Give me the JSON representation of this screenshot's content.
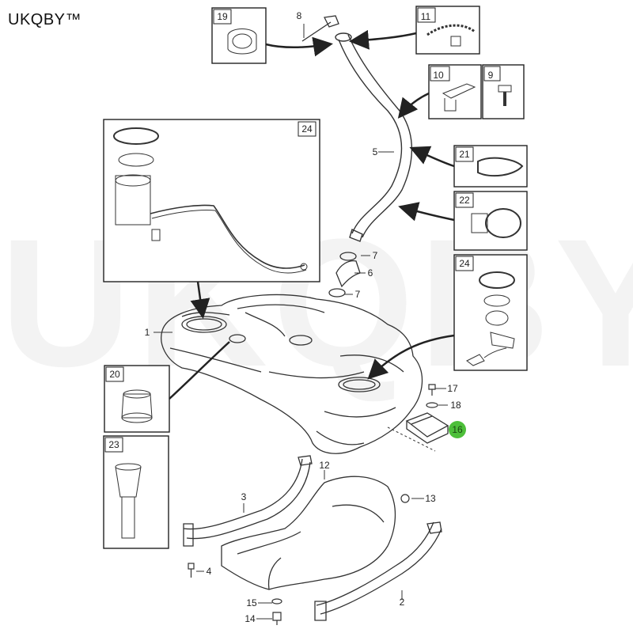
{
  "brand": "UKQBY™",
  "watermark": "UKQBY™",
  "callouts": [
    "1",
    "2",
    "3",
    "4",
    "5",
    "6",
    "7",
    "7",
    "8",
    "9",
    "10",
    "11",
    "12",
    "13",
    "14",
    "15",
    "16",
    "17",
    "18",
    "19",
    "20",
    "21",
    "22",
    "23",
    "24",
    "24"
  ],
  "colors": {
    "line": "#333333",
    "box": "#222222",
    "highlight": "#4dbf3a",
    "watermark": "#bdbdbd"
  }
}
